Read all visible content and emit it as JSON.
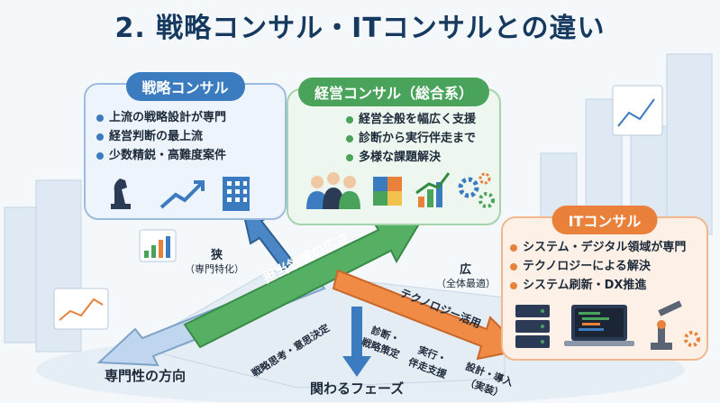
{
  "title": "2. 戦略コンサル・ITコンサルとの違い",
  "cards": {
    "strategy": {
      "heading": "戦略コンサル",
      "bullets": [
        "上流の戦略設計が専門",
        "経営判断の最上流",
        "少数精鋭・高難度案件"
      ],
      "color": "#3b7bbf"
    },
    "management": {
      "heading": "経営コンサル（総合系）",
      "bullets": [
        "経営全般を幅広く支援",
        "診断から実行伴走まで",
        "多様な課題解決"
      ],
      "color": "#4aa35a"
    },
    "it": {
      "heading": "ITコンサル",
      "bullets": [
        "システム・デジタル領域が専門",
        "テクノロジーによる解決",
        "システム刷新・DX推進"
      ],
      "color": "#e9813a"
    }
  },
  "axes": {
    "scope_label": "担当領域の広さ",
    "narrow": "狭",
    "narrow_sub": "（専門特化）",
    "wide": "広",
    "wide_sub": "（全体最適）",
    "tech_label": "テクノロジー活用",
    "specialty_direction": "専門性の方向",
    "phase_label": "関わるフェーズ",
    "phase_strategy": "戦略思考・意思決定",
    "phase_diagnosis": "診断・\n戦略策定",
    "phase_execution": "実行・\n伴走支援",
    "phase_design": "設計・導入\n（実装）"
  }
}
